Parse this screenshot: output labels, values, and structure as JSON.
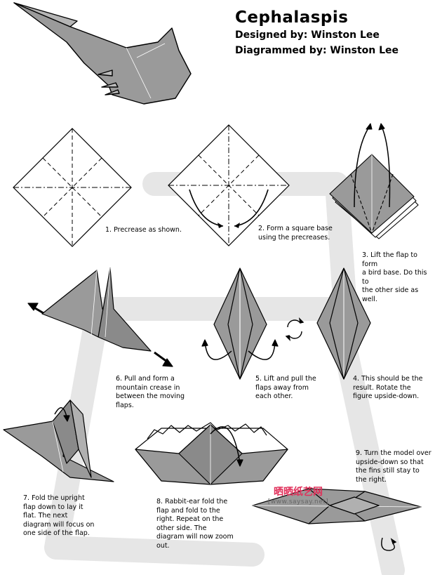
{
  "header": {
    "title": "Cephalaspis",
    "designed_by": "Designed by: Winston Lee",
    "diagrammed_by": "Diagrammed by: Winston Lee"
  },
  "steps": [
    {
      "n": 1,
      "text": "1. Precrease as shown."
    },
    {
      "n": 2,
      "text": "2. Form a square base\nusing the precreases."
    },
    {
      "n": 3,
      "text": "3. Lift the flap to form\na bird base. Do this to\nthe other side as well."
    },
    {
      "n": 4,
      "text": "4. This should be the\nresult. Rotate the\nfigure upside-down."
    },
    {
      "n": 5,
      "text": "5. Lift and pull the\nflaps away from\neach other."
    },
    {
      "n": 6,
      "text": "6. Pull and form a\nmountain crease in\nbetween the moving\nflaps."
    },
    {
      "n": 7,
      "text": "7. Fold the upright\nflap down to lay it\nflat. The next\ndiagram will focus on\none side of the flap."
    },
    {
      "n": 8,
      "text": "8. Rabbit-ear fold the\nflap and fold to the\nright. Repeat on the\nother side. The\ndiagram will now zoom\nout."
    },
    {
      "n": 9,
      "text": "9. Turn the model over\nupside-down so that\nthe fins still stay to\nthe right."
    }
  ],
  "watermark": {
    "text_cn": "晒晒纸艺网",
    "url": "[www.saysay.net]"
  },
  "colors": {
    "paper_gray": "#9a9a9a",
    "path_gray": "#e6e6e6",
    "line": "#000000",
    "watermark": "#e0305a"
  }
}
